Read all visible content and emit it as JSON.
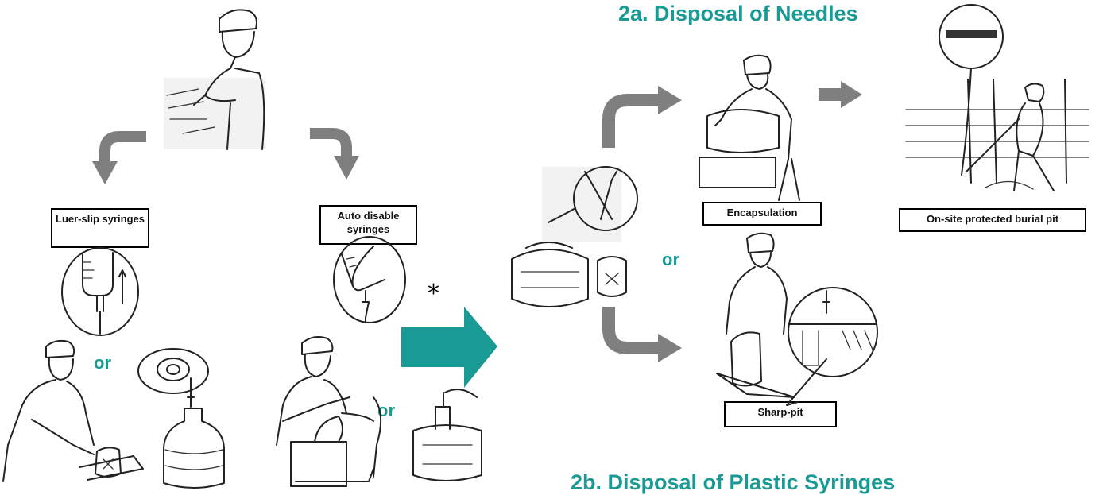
{
  "titles": {
    "needles": "2a. Disposal of Needles",
    "plastic": "2b. Disposal of Plastic Syringes"
  },
  "labels": {
    "luer_slip": "Luer-slip syringes",
    "auto_disable": "Auto disable syringes",
    "encapsulation": "Encapsulation",
    "burial_pit": "On-site protected burial pit",
    "sharp_pit": "Sharp-pit"
  },
  "connectors": {
    "or": "or",
    "asterisk": "*"
  },
  "colors": {
    "accent": "#1a9a95",
    "arrow_gray": "#7f7f7f"
  }
}
